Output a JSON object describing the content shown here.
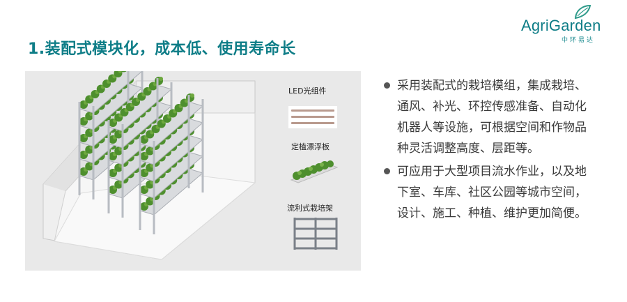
{
  "header": {
    "title": "1.装配式模块化，成本低、使用寿命长"
  },
  "logo": {
    "wordmark": "AgriGarden",
    "subtitle": "中环易达"
  },
  "figure": {
    "legend": {
      "led": "LED光组件",
      "float_board": "定植漂浮板",
      "rack": "流利式栽培架"
    }
  },
  "bullets": [
    "采用装配式的栽培模组，集成栽培、通风、补光、环控传感准备、自动化机器人等设施，可根据空间和作物品种灵活调整高度、层距等。",
    "可应用于大型项目流水作业，以及地下室、车库、社区公园等城市空间，设计、施工、种植、维护更加简便。"
  ],
  "colors": {
    "title": "#0e7d87",
    "text": "#3a3a3a",
    "figure_bg": "#e9e9e9",
    "plant_green": "#4e8f2e"
  }
}
